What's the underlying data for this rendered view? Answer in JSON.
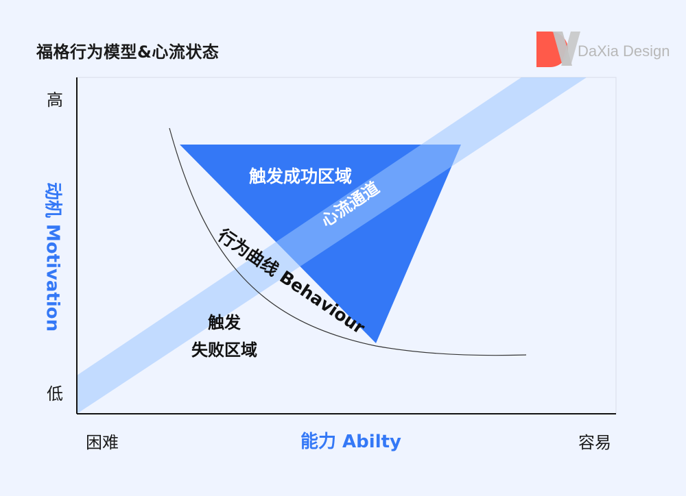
{
  "title": "福格行为模型&心流状态",
  "logo": {
    "mark": "DX",
    "text": "DaXia Design",
    "colors": {
      "d": "#ff5a4a",
      "x": "#c4c4c4"
    }
  },
  "y_axis": {
    "label": "动机 Motivation",
    "high": "高",
    "low": "低"
  },
  "x_axis": {
    "label": "能力 Abilty",
    "low": "困难",
    "high": "容易"
  },
  "regions": {
    "success": "触发成功区域",
    "flow": "心流通道",
    "curve": "行为曲线 Behaviour",
    "fail_line1": "触发",
    "fail_line2": "失败区域"
  },
  "colors": {
    "background": "#eff4ff",
    "triangle": "#3478f6",
    "band": "#bcd8ff",
    "axis_label": "#3478f6"
  }
}
